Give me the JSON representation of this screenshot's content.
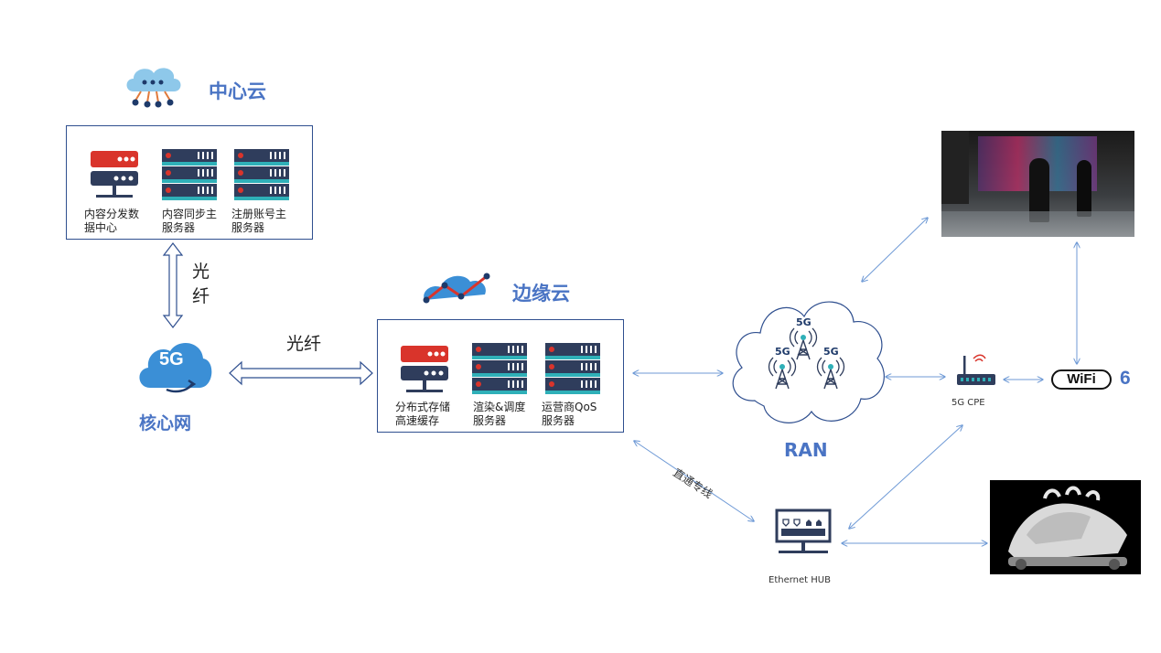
{
  "central_cloud": {
    "title": "中心云",
    "servers": [
      {
        "caption": "内容分发数\n据中心"
      },
      {
        "caption": "内容同步主\n服务器"
      },
      {
        "caption": "注册账号主\n服务器"
      }
    ]
  },
  "fiber_vertical_label": "光\n纤",
  "fiber_horizontal_label": "光纤",
  "core_network": {
    "badge": "5G",
    "title": "核心网"
  },
  "edge_cloud": {
    "title": "边缘云",
    "servers": [
      {
        "caption": "分布式存储\n高速缓存"
      },
      {
        "caption": "渲染&调度\n服务器"
      },
      {
        "caption": "运营商QoS\n服务器"
      }
    ]
  },
  "ran": {
    "title": "RAN",
    "towers": [
      "5G",
      "5G",
      "5G"
    ]
  },
  "cpe": {
    "label": "5G CPE"
  },
  "wifi": {
    "word": "WiFi",
    "number": "6"
  },
  "dedicated_line": {
    "label": "直通专线"
  },
  "hub": {
    "label": "Ethernet HUB"
  },
  "colors": {
    "accent_blue": "#4a74c4",
    "server_red": "#d9342b",
    "server_navy": "#2f3d5c",
    "server_teal": "#2fb0b8",
    "line_blue": "#6f9ad6",
    "cloud_blue": "#3b8fd6"
  }
}
